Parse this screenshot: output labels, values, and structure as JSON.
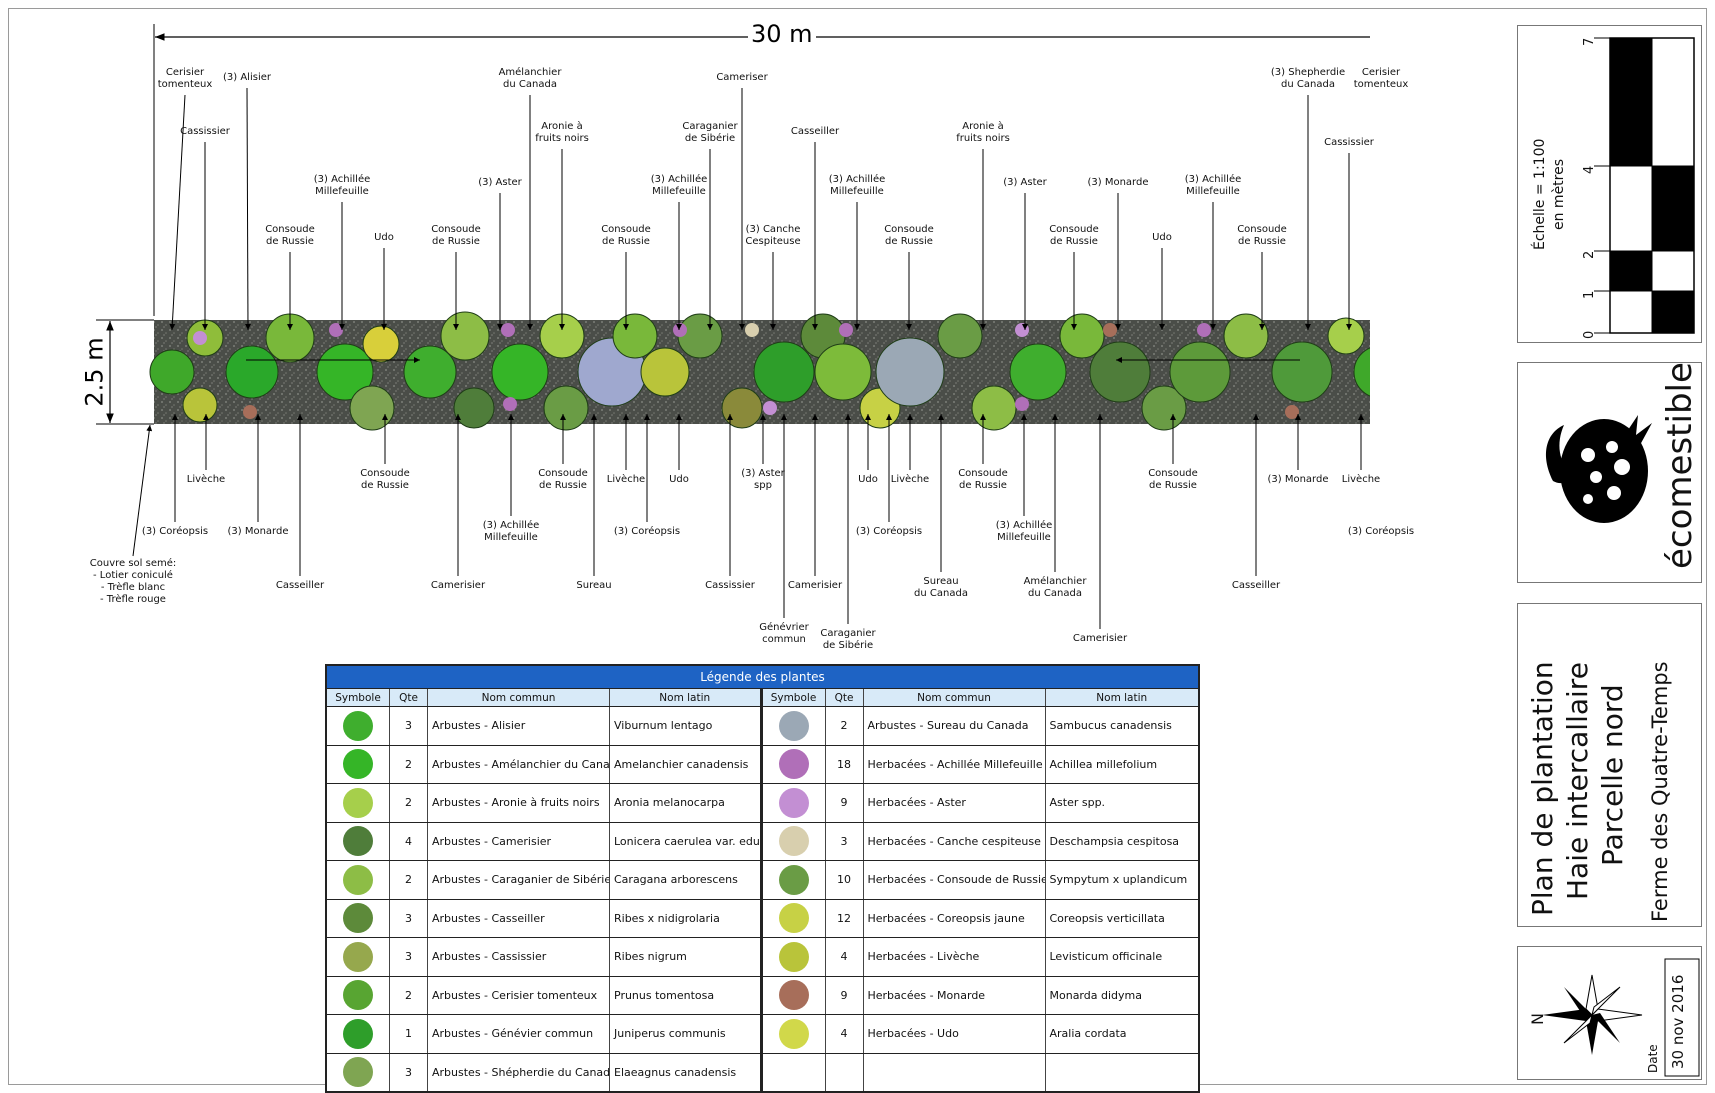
{
  "plan": {
    "width_label": "30 m",
    "height_label": "2.5 m",
    "labels_top": [
      {
        "text": "Cerisier\ntomenteux"
      },
      {
        "text": "(3) Alisier"
      },
      {
        "text": "Cassissier"
      },
      {
        "text": "Consoude\nde Russie"
      },
      {
        "text": "(3) Achillée\nMillefeuille"
      },
      {
        "text": "Udo"
      },
      {
        "text": "Consoude\nde Russie"
      },
      {
        "text": "(3) Aster"
      },
      {
        "text": "Amélanchier\ndu Canada"
      },
      {
        "text": "Aronie à\nfruits noirs"
      },
      {
        "text": "Consoude\nde Russie"
      },
      {
        "text": "(3) Achillée\nMillefeuille"
      },
      {
        "text": "Caraganier\nde Sibérie"
      },
      {
        "text": "Cameriser"
      },
      {
        "text": "(3) Canche\nCespiteuse"
      },
      {
        "text": "Casseiller"
      },
      {
        "text": "(3) Achillée\nMillefeuille"
      },
      {
        "text": "Consoude\nde Russie"
      },
      {
        "text": "Aronie à\nfruits noirs"
      },
      {
        "text": "(3) Aster"
      },
      {
        "text": "Consoude\nde Russie"
      },
      {
        "text": "(3) Monarde"
      },
      {
        "text": "Udo"
      },
      {
        "text": "(3) Achillée\nMillefeuille"
      },
      {
        "text": "Consoude\nde Russie"
      },
      {
        "text": "(3) Shepherdie\ndu Canada"
      },
      {
        "text": "Cassissier"
      },
      {
        "text": "Cerisier\ntomenteux"
      }
    ],
    "labels_bottom": [
      {
        "text": "Couvre sol semé:\n- Lotier coniculé\n- Trèfle blanc\n- Trèfle rouge"
      },
      {
        "text": "(3) Coréopsis"
      },
      {
        "text": "Livèche"
      },
      {
        "text": "(3) Monarde"
      },
      {
        "text": "Casseiller"
      },
      {
        "text": "Consoude\nde Russie"
      },
      {
        "text": "Camerisier"
      },
      {
        "text": "(3) Achillée\nMillefeuille"
      },
      {
        "text": "Consoude\nde Russie"
      },
      {
        "text": "Sureau"
      },
      {
        "text": "Livèche"
      },
      {
        "text": "(3) Coréopsis"
      },
      {
        "text": "Udo"
      },
      {
        "text": "Cassissier"
      },
      {
        "text": "(3) Aster\nspp"
      },
      {
        "text": "Génévrier\ncommun"
      },
      {
        "text": "Camerisier"
      },
      {
        "text": "Caraganier\nde Sibérie"
      },
      {
        "text": "Udo"
      },
      {
        "text": "(3) Coréopsis"
      },
      {
        "text": "Livèche"
      },
      {
        "text": "Sureau\ndu Canada"
      },
      {
        "text": "Consoude\nde Russie"
      },
      {
        "text": "(3) Achillée\nMillefeuille"
      },
      {
        "text": "Amélanchier\ndu Canada"
      },
      {
        "text": "Camerisier"
      },
      {
        "text": "Consoude\nde Russie"
      },
      {
        "text": "Casseiller"
      },
      {
        "text": "(3) Monarde"
      },
      {
        "text": "Livèche"
      },
      {
        "text": "(3) Coréopsis"
      }
    ]
  },
  "legend": {
    "title": "Légende des plantes",
    "headers": [
      "Symbole",
      "Qte",
      "Nom commun",
      "Nom latin"
    ],
    "left": [
      {
        "qty": "3",
        "common": "Arbustes - Alisier",
        "latin": "Viburnum lentago",
        "color": "#3fae2e"
      },
      {
        "qty": "2",
        "common": "Arbustes - Amélanchier du Canada",
        "latin": "Amelanchier canadensis",
        "color": "#35b527"
      },
      {
        "qty": "2",
        "common": "Arbustes - Aronie à fruits noirs",
        "latin": "Aronia melanocarpa",
        "color": "#a6cf4b"
      },
      {
        "qty": "4",
        "common": "Arbustes - Camerisier",
        "latin": "Lonicera caerulea var. edulis",
        "color": "#4f7d3a"
      },
      {
        "qty": "2",
        "common": "Arbustes - Caraganier de Sibérie",
        "latin": "Caragana arborescens",
        "color": "#8dbd46"
      },
      {
        "qty": "3",
        "common": "Arbustes - Casseiller",
        "latin": "Ribes x nidigrolaria",
        "color": "#5d8a3a"
      },
      {
        "qty": "3",
        "common": "Arbustes - Cassissier",
        "latin": "Ribes nigrum",
        "color": "#96a84d"
      },
      {
        "qty": "2",
        "common": "Arbustes - Cerisier tomenteux",
        "latin": "Prunus tomentosa",
        "color": "#58a532"
      },
      {
        "qty": "1",
        "common": "Arbustes - Génévier commun",
        "latin": "Juniperus communis",
        "color": "#2e9e2a"
      },
      {
        "qty": "3",
        "common": "Arbustes - Shépherdie du Canada",
        "latin": "Elaeagnus canadensis",
        "color": "#7fa552"
      }
    ],
    "right": [
      {
        "qty": "2",
        "common": "Arbustes - Sureau du Canada",
        "latin": "Sambucus canadensis",
        "color": "#9ba8b5"
      },
      {
        "qty": "18",
        "common": "Herbacées - Achillée Millefeuille",
        "latin": "Achillea millefolium",
        "color": "#b06fb8"
      },
      {
        "qty": "9",
        "common": "Herbacées - Aster",
        "latin": "Aster spp.",
        "color": "#c38fd3"
      },
      {
        "qty": "3",
        "common": "Herbacées - Canche cespiteuse",
        "latin": "Deschampsia cespitosa",
        "color": "#d8cfae"
      },
      {
        "qty": "10",
        "common": "Herbacées - Consoude de Russie",
        "latin": "Sympytum x uplandicum",
        "color": "#6a9c45"
      },
      {
        "qty": "12",
        "common": "Herbacées - Coreopsis jaune",
        "latin": "Coreopsis verticillata",
        "color": "#c7d145"
      },
      {
        "qty": "4",
        "common": "Herbacées - Livèche",
        "latin": "Levisticum officinale",
        "color": "#b9c43a"
      },
      {
        "qty": "9",
        "common": "Herbacées - Monarde",
        "latin": "Monarda didyma",
        "color": "#a76e5a"
      },
      {
        "qty": "4",
        "common": "Herbacées - Udo",
        "latin": "Aralia cordata",
        "color": "#d1d84a"
      }
    ]
  },
  "scale": {
    "title": "Échelle = 1:100",
    "subtitle": "en mètres",
    "ticks": [
      "0",
      "1",
      "2",
      "4",
      "7"
    ]
  },
  "logo": {
    "text": "écomestible"
  },
  "title_block": {
    "line1": "Plan de plantation",
    "line2": "Haie intercallaire",
    "line3": "Parcelle nord",
    "line4": "Ferme des Quatre-Temps"
  },
  "footer": {
    "north": "N",
    "date_label": "Date",
    "date": "30 nov 2016"
  }
}
